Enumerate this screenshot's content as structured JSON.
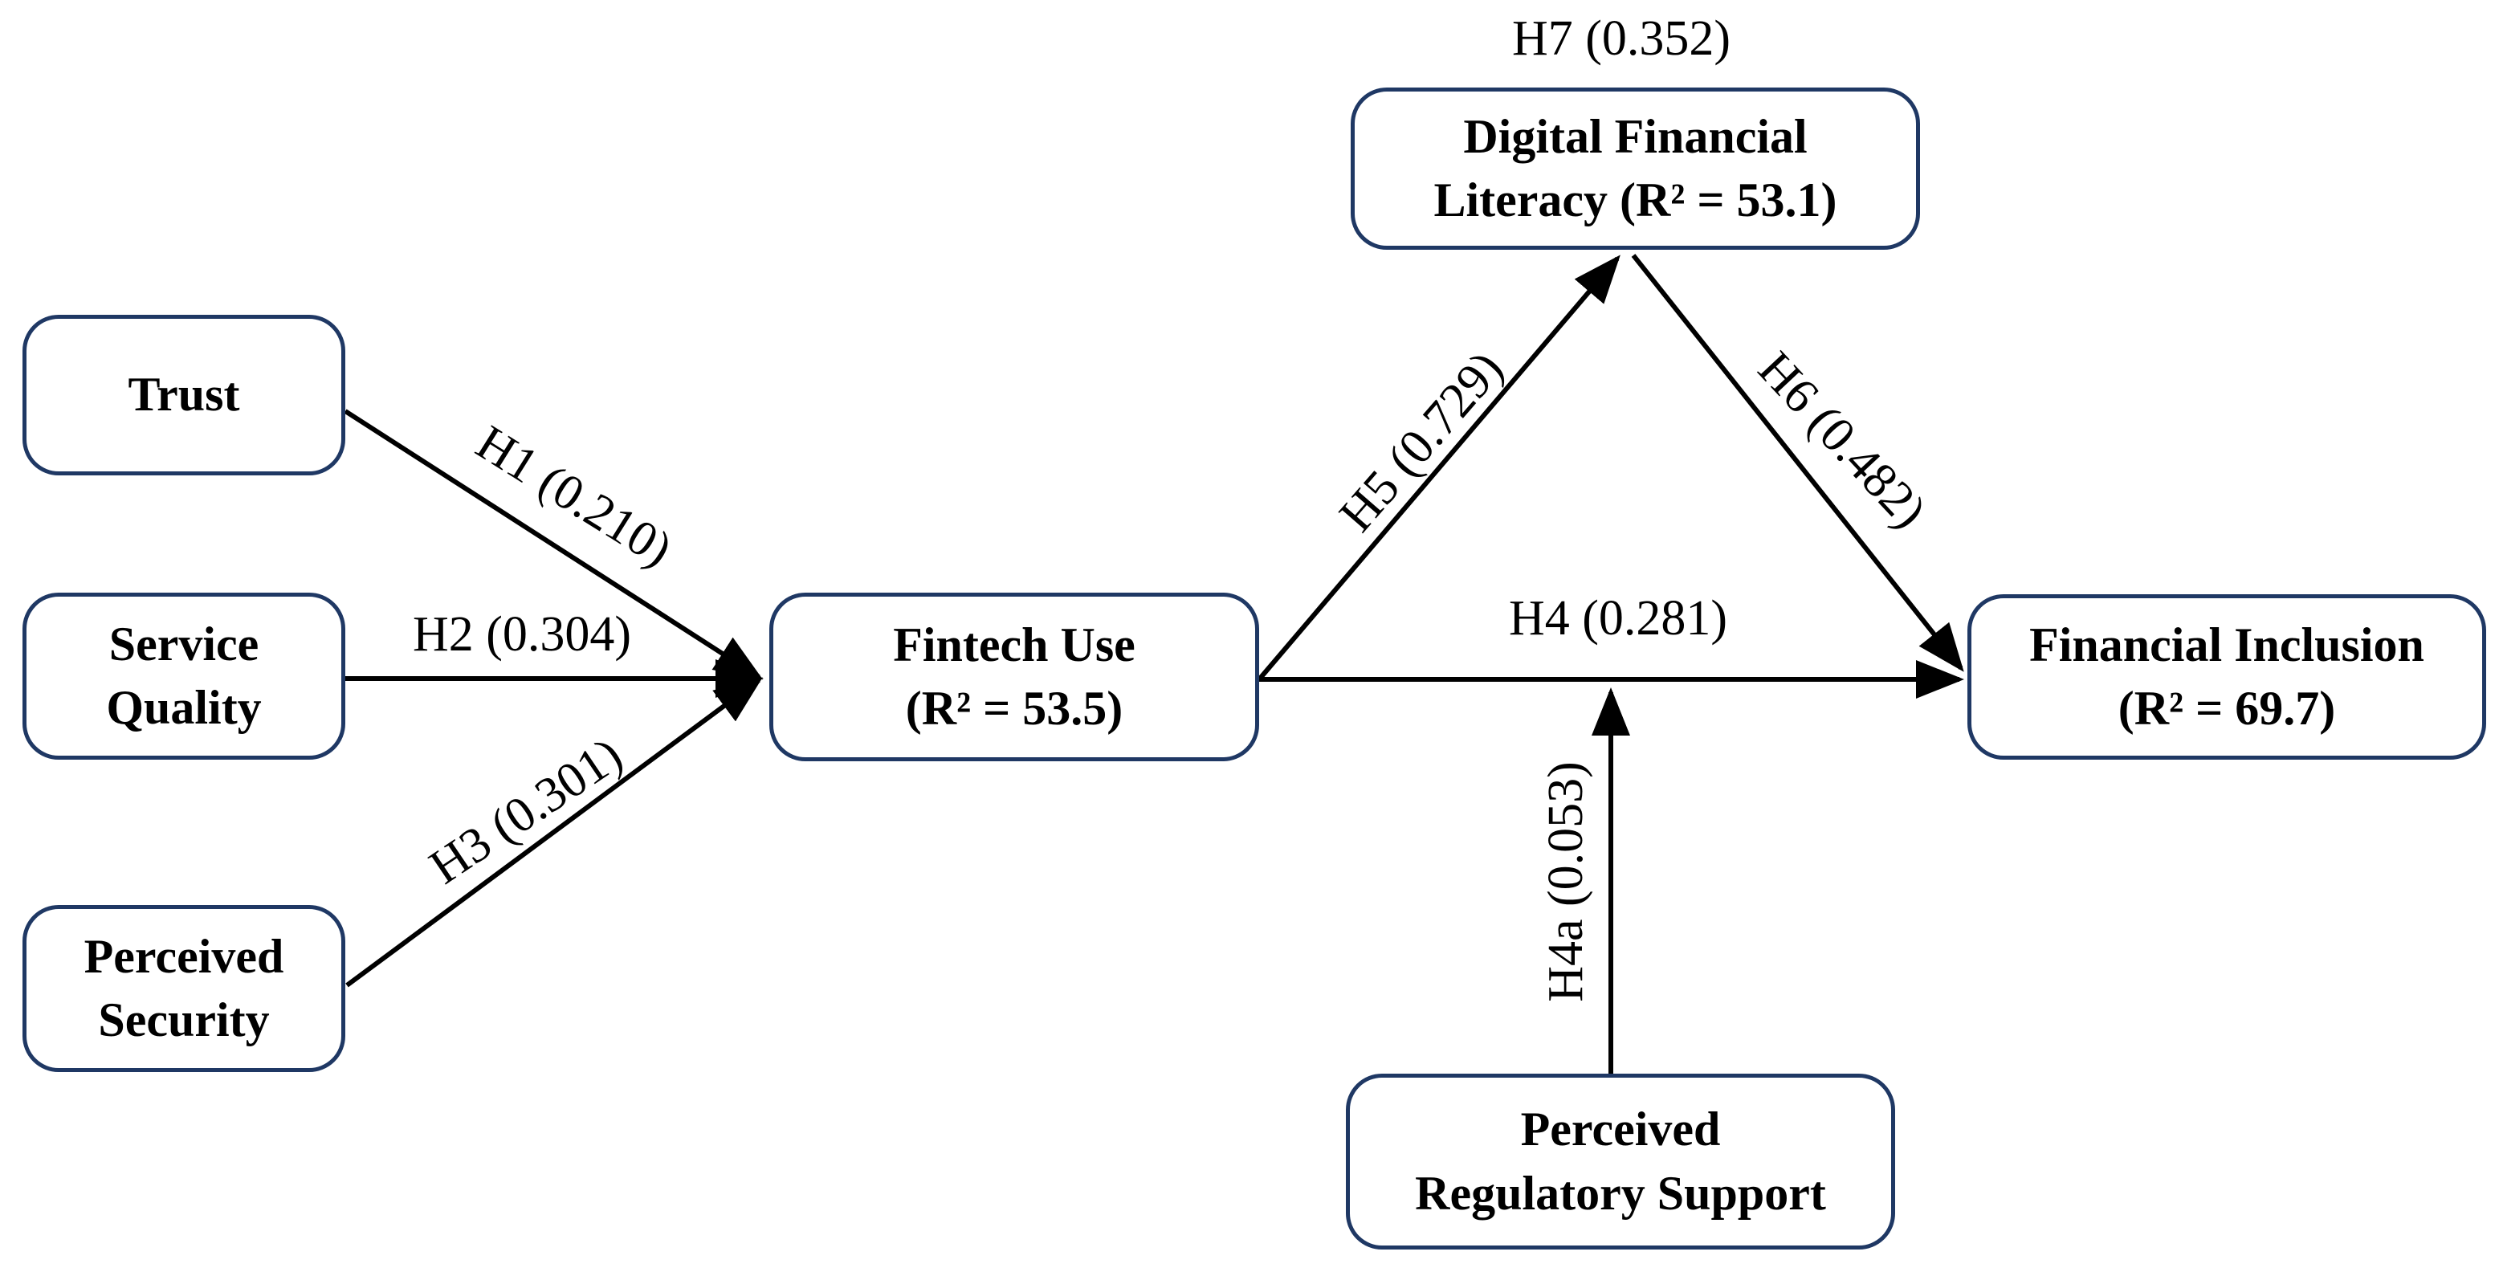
{
  "colors": {
    "node_border": "#1f3864",
    "arrow": "#000000",
    "text": "#000000",
    "background": "#ffffff"
  },
  "diagram": {
    "type": "structural-path-model",
    "nodes": {
      "trust": {
        "label": "Trust"
      },
      "service_quality": {
        "label": "Service\nQuality"
      },
      "perceived_security": {
        "label": "Perceived\nSecurity"
      },
      "fintech_use": {
        "label": "Fintech Use\n(R² = 53.5)",
        "r2": "53.5"
      },
      "digital_financial_literacy": {
        "label": "Digital Financial\nLiteracy (R² = 53.1)",
        "r2": "53.1"
      },
      "financial_inclusion": {
        "label": "Financial Inclusion\n(R² = 69.7)",
        "r2": "69.7"
      },
      "perceived_regulatory_support": {
        "label": "Perceived\nRegulatory Support"
      }
    },
    "edges": {
      "h1": {
        "label": "H1 (0.210)",
        "hypothesis": "H1",
        "coefficient": "0.210",
        "from": "trust",
        "to": "fintech_use"
      },
      "h2": {
        "label": "H2 (0.304)",
        "hypothesis": "H2",
        "coefficient": "0.304",
        "from": "service_quality",
        "to": "fintech_use"
      },
      "h3": {
        "label": "H3 (0.301)",
        "hypothesis": "H3",
        "coefficient": "0.301",
        "from": "perceived_security",
        "to": "fintech_use"
      },
      "h4": {
        "label": "H4 (0.281)",
        "hypothesis": "H4",
        "coefficient": "0.281",
        "from": "fintech_use",
        "to": "financial_inclusion"
      },
      "h4a": {
        "label": "H4a (0.053)",
        "hypothesis": "H4a",
        "coefficient": "0.053",
        "from": "perceived_regulatory_support",
        "to": "h4_path"
      },
      "h5": {
        "label": "H5 (0.729)",
        "hypothesis": "H5",
        "coefficient": "0.729",
        "from": "fintech_use",
        "to": "digital_financial_literacy"
      },
      "h6": {
        "label": "H6 (0.482)",
        "hypothesis": "H6",
        "coefficient": "0.482",
        "from": "digital_financial_literacy",
        "to": "financial_inclusion"
      },
      "h7": {
        "label": "H7 (0.352)",
        "hypothesis": "H7",
        "coefficient": "0.352",
        "from": "fintech_use",
        "to": "financial_inclusion"
      }
    }
  }
}
